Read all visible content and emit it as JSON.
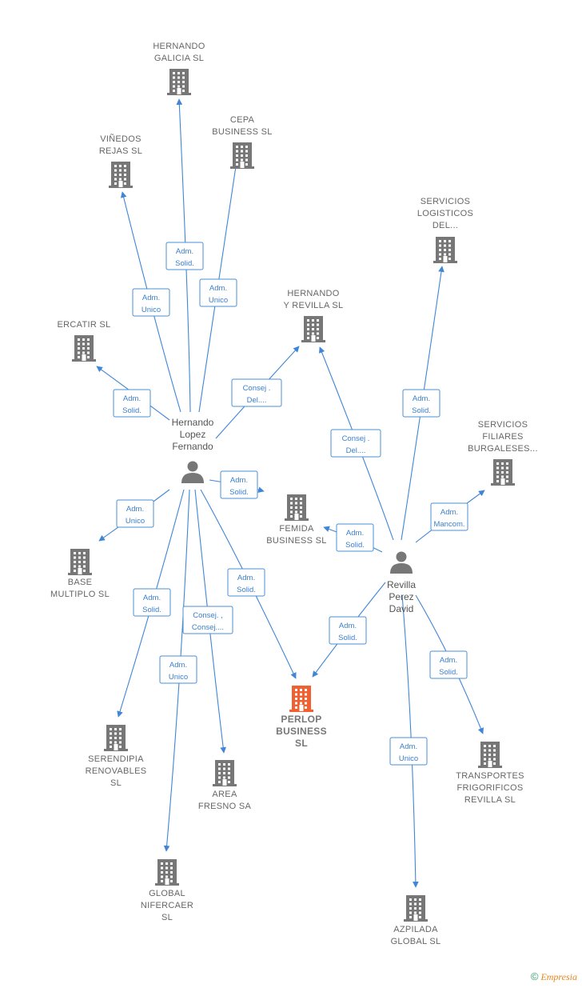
{
  "colors": {
    "edge": "#3f86d6",
    "building": "#777777",
    "focus_building": "#f06030",
    "person": "#777777"
  },
  "companies": [
    {
      "id": "hernando_galicia",
      "lines": [
        "HERNANDO",
        "GALICIA  SL"
      ]
    },
    {
      "id": "cepa",
      "lines": [
        "CEPA",
        "BUSINESS  SL"
      ]
    },
    {
      "id": "vinedos",
      "lines": [
        "VIÑEDOS",
        "REJAS  SL"
      ]
    },
    {
      "id": "servicios_log",
      "lines": [
        "SERVICIOS",
        "LOGISTICOS",
        "DEL..."
      ]
    },
    {
      "id": "hernando_revilla",
      "lines": [
        "HERNANDO",
        "Y REVILLA  SL"
      ]
    },
    {
      "id": "ercatir",
      "lines": [
        "ERCATIR  SL"
      ]
    },
    {
      "id": "servicios_fil",
      "lines": [
        "SERVICIOS",
        "FILIARES",
        "BURGALESES..."
      ]
    },
    {
      "id": "femida",
      "lines": [
        "FEMIDA",
        "BUSINESS  SL"
      ]
    },
    {
      "id": "base",
      "lines": [
        "BASE",
        "MULTIPLO  SL"
      ]
    },
    {
      "id": "perlop",
      "lines": [
        "PERLOP",
        "BUSINESS",
        "SL"
      ],
      "focus": true
    },
    {
      "id": "serendipia",
      "lines": [
        "SERENDIPIA",
        "RENOVABLES",
        "SL"
      ]
    },
    {
      "id": "area",
      "lines": [
        "AREA",
        "FRESNO SA"
      ]
    },
    {
      "id": "transportes",
      "lines": [
        "TRANSPORTES",
        "FRIGORIFICOS",
        "REVILLA SL"
      ]
    },
    {
      "id": "global",
      "lines": [
        "GLOBAL",
        "NIFERCAER",
        "SL"
      ]
    },
    {
      "id": "azpilada",
      "lines": [
        "AZPILADA",
        "GLOBAL  SL"
      ]
    }
  ],
  "persons": [
    {
      "id": "hernando",
      "lines": [
        "Hernando",
        "Lopez",
        "Fernando"
      ]
    },
    {
      "id": "revilla",
      "lines": [
        "Revilla",
        "Perez",
        "David"
      ]
    }
  ],
  "relations": [
    {
      "from": "hernando",
      "to": "hernando_galicia",
      "lines": [
        "Adm.",
        "Solid."
      ]
    },
    {
      "from": "hernando",
      "to": "vinedos",
      "lines": [
        "Adm.",
        "Unico"
      ]
    },
    {
      "from": "hernando",
      "to": "cepa",
      "lines": [
        "Adm.",
        "Unico"
      ]
    },
    {
      "from": "hernando",
      "to": "ercatir",
      "lines": [
        "Adm.",
        "Solid."
      ]
    },
    {
      "from": "hernando",
      "to": "hernando_revilla",
      "lines": [
        "Consej .",
        "Del...."
      ]
    },
    {
      "from": "hernando",
      "to": "femida",
      "lines": [
        "Adm.",
        "Solid."
      ]
    },
    {
      "from": "hernando",
      "to": "base",
      "lines": [
        "Adm.",
        "Unico"
      ]
    },
    {
      "from": "hernando",
      "to": "serendipia",
      "lines": [
        "Adm.",
        "Solid."
      ]
    },
    {
      "from": "hernando",
      "to": "area",
      "lines": [
        "Consej. ,",
        "Consej...."
      ]
    },
    {
      "from": "hernando",
      "to": "global",
      "lines": [
        "Adm.",
        "Unico"
      ]
    },
    {
      "from": "hernando",
      "to": "perlop",
      "lines": [
        "Adm.",
        "Solid."
      ]
    },
    {
      "from": "revilla",
      "to": "hernando_revilla",
      "lines": [
        "Consej .",
        "Del...."
      ]
    },
    {
      "from": "revilla",
      "to": "servicios_log",
      "lines": [
        "Adm.",
        "Solid."
      ]
    },
    {
      "from": "revilla",
      "to": "servicios_fil",
      "lines": [
        "Adm.",
        "Mancom."
      ]
    },
    {
      "from": "revilla",
      "to": "femida",
      "lines": [
        "Adm.",
        "Solid."
      ]
    },
    {
      "from": "revilla",
      "to": "perlop",
      "lines": [
        "Adm.",
        "Solid."
      ]
    },
    {
      "from": "revilla",
      "to": "transportes",
      "lines": [
        "Adm.",
        "Solid."
      ]
    },
    {
      "from": "revilla",
      "to": "azpilada",
      "lines": [
        "Adm.",
        "Unico"
      ]
    }
  ],
  "footer": {
    "copyright": "©",
    "brand": "Empresia"
  }
}
